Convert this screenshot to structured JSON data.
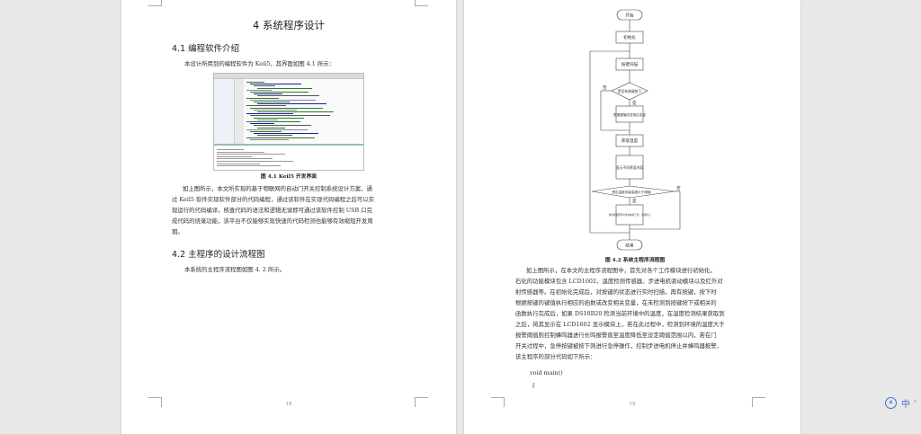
{
  "left_page": {
    "chapter_title": "4  系统程序设计",
    "sec1_title": "4.1  编程软件介绍",
    "sec1_intro": "本设计所用到的编程软件为 Keil5，其界面如图 4.1 所示：",
    "figure1_caption": "图 4.1 Keil5 开发界面",
    "sec1_para_lines": [
      "如上图所示，本文所实现的基于物联网的自动门开关控制系统设计方案，通",
      "过 Keil5 软件实现软件部分的代码编程，通过该软件在实现代码编程之后可以实",
      "现运行的代码编译，核查代码的语法和逻辑无误即可通过该软件控制 USB 口完",
      "成代码的烧录功能，该平台不仅能够实现快速的代码检测也能够有效缩短开发周",
      "期。"
    ],
    "sec2_title": "4.2  主程序的设计流程图",
    "sec2_intro": "本系统的主程序流程图如图 4. 2 所示。",
    "page_number": "18"
  },
  "right_page": {
    "flowchart": {
      "start": "开始",
      "init": "初始化",
      "scan_keys": "按键扫描",
      "key_pressed_q": "是否有按键按下",
      "handle_keys": "根据键值改变相应变量",
      "read_temp": "获取温度",
      "display": "显示不同界面内容",
      "alarm_q": "是否温度或者温度大于阈值",
      "alarm_action": "蜂鸣器报警同时步进电机工作，直到停止",
      "end": "结束",
      "yes": "是",
      "no": "否"
    },
    "figure2_caption": "图 4.2  系统主程序流程图",
    "para_lines": [
      "如上图所示，在本文的主程序流程图中，首先对各个工作模块进行初始化，",
      "石化的功能模块包含 LCD1602、温度检测传感器、步进电机驱动模块以及红外对",
      "射传感器等。在初始化完成后，对按键的状态进行实时扫描，再有按键，按下时",
      "根据按键的键值执行相应的函数或改变相关变量，在未检测到按键按下或相关的",
      "函数执行完成后，如果 DS18B20 检测当前环境中的温度，在温度检测结果获取到",
      "之后，将其显示在 LCD1602 显示模块上，若在此过程中，检测到环境的温度大于",
      "报警阈值则控制蜂鸣器进行长鸣报警直至温度降低至设定阈值范围以内，若在门",
      "开关过程中，急停按键被按下则进行急停操作，控制步进电机停止并蜂鸣器报警，",
      "该主程序的部分代码如下所示："
    ],
    "code_line1": "void main()",
    "code_line2": "{",
    "page_number": "19"
  },
  "translate_widget": {
    "text": "中",
    "icon": "translate-icon",
    "accent": "#3b6fd6"
  }
}
